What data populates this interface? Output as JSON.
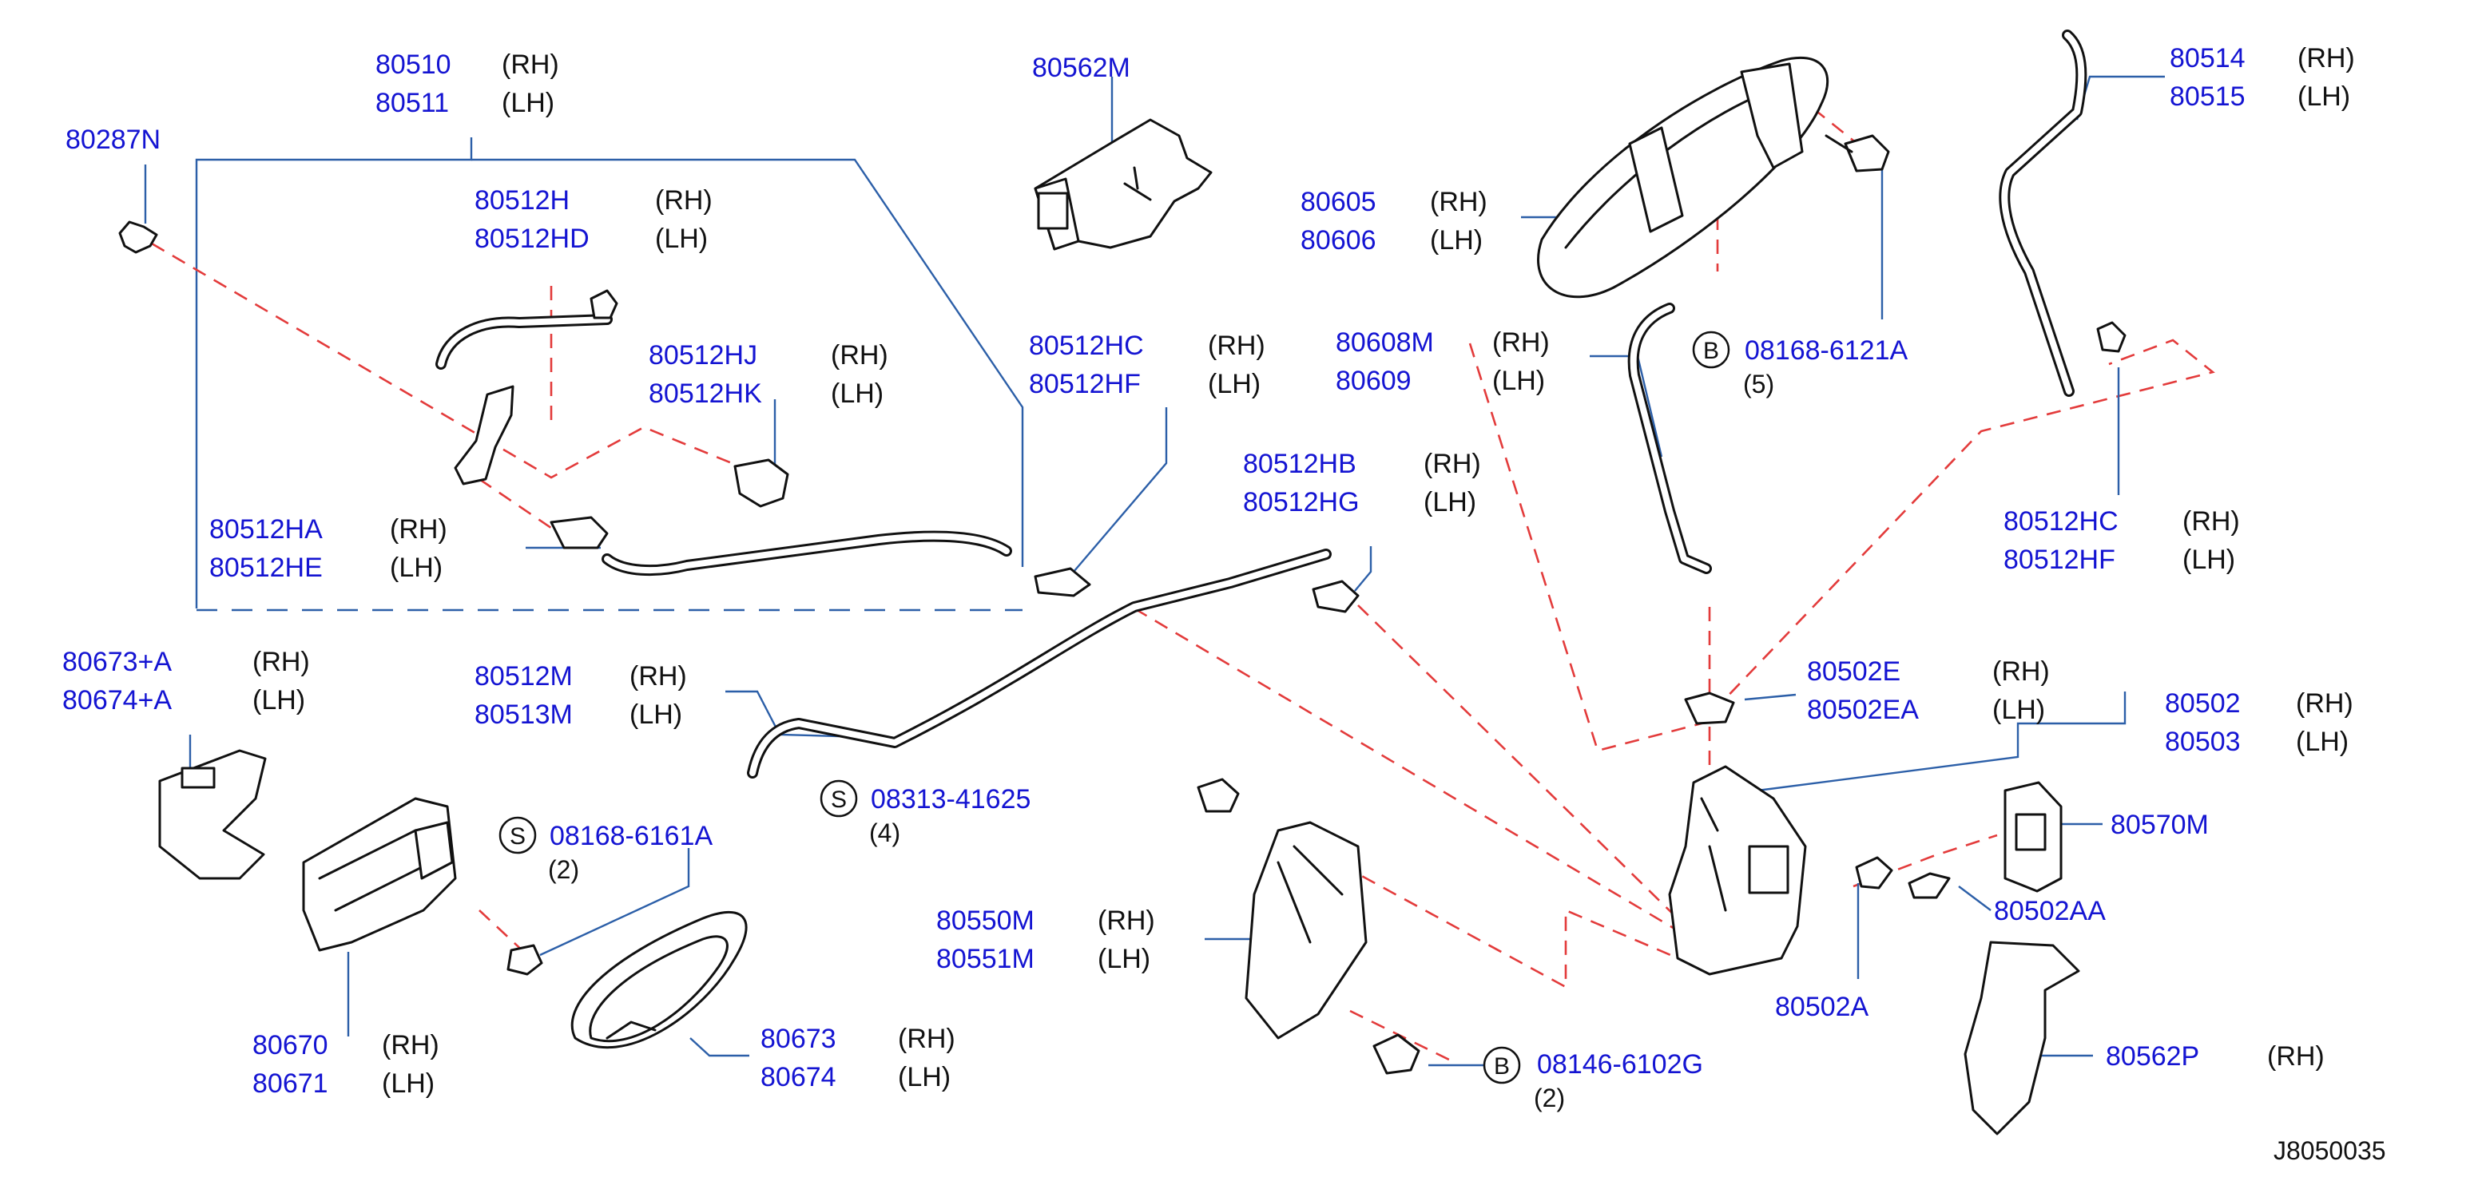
{
  "diagram_code": "J8050035",
  "callouts": {
    "c80510": {
      "a": "80510",
      "a_side": "(RH)",
      "b": "80511",
      "b_side": "(LH)"
    },
    "c80287n": {
      "a": "80287N"
    },
    "c80512h": {
      "a": "80512H",
      "a_side": "(RH)",
      "b": "80512HD",
      "b_side": "(LH)"
    },
    "c80512hj": {
      "a": "80512HJ",
      "a_side": "(RH)",
      "b": "80512HK",
      "b_side": "(LH)"
    },
    "c80512ha": {
      "a": "80512HA",
      "a_side": "(RH)",
      "b": "80512HE",
      "b_side": "(LH)"
    },
    "c80562m": {
      "a": "80562M"
    },
    "c80512hc_mid": {
      "a": "80512HC",
      "a_side": "(RH)",
      "b": "80512HF",
      "b_side": "(LH)"
    },
    "c80512hb": {
      "a": "80512HB",
      "a_side": "(RH)",
      "b": "80512HG",
      "b_side": "(LH)"
    },
    "c80605": {
      "a": "80605",
      "a_side": "(RH)",
      "b": "80606",
      "b_side": "(LH)"
    },
    "c80608m": {
      "a": "80608M",
      "a_side": "(RH)",
      "b": "80609",
      "b_side": "(LH)"
    },
    "c08168_6121a": {
      "badge": "B",
      "a": "08168-6121A",
      "qty": "(5)"
    },
    "c80514": {
      "a": "80514",
      "a_side": "(RH)",
      "b": "80515",
      "b_side": "(LH)"
    },
    "c80512hc_right": {
      "a": "80512HC",
      "a_side": "(RH)",
      "b": "80512HF",
      "b_side": "(LH)"
    },
    "c80673a": {
      "a": "80673+A",
      "a_side": "(RH)",
      "b": "80674+A",
      "b_side": "(LH)"
    },
    "c80512m": {
      "a": "80512M",
      "a_side": "(RH)",
      "b": "80513M",
      "b_side": "(LH)"
    },
    "c08313_41625": {
      "badge": "S",
      "a": "08313-41625",
      "qty": "(4)"
    },
    "c08168_6161a": {
      "badge": "S",
      "a": "08168-6161A",
      "qty": "(2)"
    },
    "c80502e": {
      "a": "80502E",
      "a_side": "(RH)",
      "b": "80502EA",
      "b_side": "(LH)"
    },
    "c80502": {
      "a": "80502",
      "a_side": "(RH)",
      "b": "80503",
      "b_side": "(LH)"
    },
    "c80570m": {
      "a": "80570M"
    },
    "c80502aa": {
      "a": "80502AA"
    },
    "c80502a": {
      "a": "80502A"
    },
    "c80550m": {
      "a": "80550M",
      "a_side": "(RH)",
      "b": "80551M",
      "b_side": "(LH)"
    },
    "c08146_6102g": {
      "badge": "B",
      "a": "08146-6102G",
      "qty": "(2)"
    },
    "c80670": {
      "a": "80670",
      "a_side": "(RH)",
      "b": "80671",
      "b_side": "(LH)"
    },
    "c80673": {
      "a": "80673",
      "a_side": "(RH)",
      "b": "80674",
      "b_side": "(LH)"
    },
    "c80562p": {
      "a": "80562P",
      "a_side": "(RH)"
    }
  }
}
